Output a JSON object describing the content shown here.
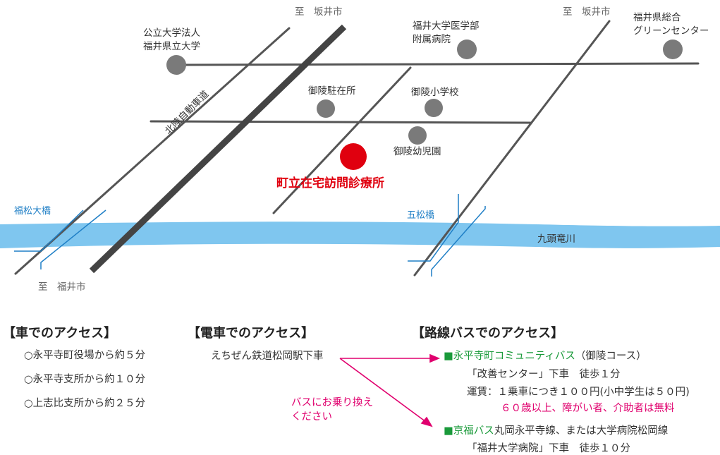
{
  "map": {
    "directions": {
      "top_left": "至　坂井市",
      "top_right": "至　坂井市",
      "bottom": "至　福井市"
    },
    "landmarks": [
      {
        "id": "pref-univ",
        "label": "公立大学法人\n福井県立大学"
      },
      {
        "id": "univ-hosp",
        "label": "福井大学医学部\n附属病院"
      },
      {
        "id": "green-center",
        "label": "福井県総合\nグリーンセンター"
      },
      {
        "id": "police",
        "label": "御陵駐在所"
      },
      {
        "id": "elem-school",
        "label": "御陵小学校"
      },
      {
        "id": "kindergarten",
        "label": "御陵幼児園"
      }
    ],
    "clinic_label": "町立在宅訪問診療所",
    "expressway_label": "北陸自動車道",
    "bridges": {
      "left": "福松大橋",
      "right": "五松橋"
    },
    "river": "九頭竜川",
    "colors": {
      "road": "#555555",
      "landmark": "#7a7a7a",
      "clinic": "#e0000f",
      "river": "#7fc6ef",
      "bridge": "#1f7fc6"
    }
  },
  "access": {
    "car": {
      "title": "【車でのアクセス】",
      "items": [
        "○永平寺町役場から約５分",
        "○永平寺支所から約１０分",
        "○上志比支所から約２５分"
      ]
    },
    "train": {
      "title": "【電車でのアクセス】",
      "station": "えちぜん鉄道松岡駅下車",
      "transfer": [
        "バスにお乗り換え",
        "ください"
      ]
    },
    "bus": {
      "title": "【路線バスでのアクセス】",
      "route1": {
        "marker": "■",
        "name": "永平寺町コミュニティバス",
        "course": "（御陵コース）",
        "stop": "「改善センター」下車　徒歩１分",
        "fare": "運賃：１乗車につき１００円(小中学生は５０円)",
        "discount": "６０歳以上、障がい者、介助者は無料"
      },
      "route2": {
        "marker": "■",
        "name": "京福バス",
        "lines": "丸岡永平寺線、または大学病院松岡線",
        "stop": "「福井大学病院」下車　徒歩１０分"
      }
    }
  }
}
